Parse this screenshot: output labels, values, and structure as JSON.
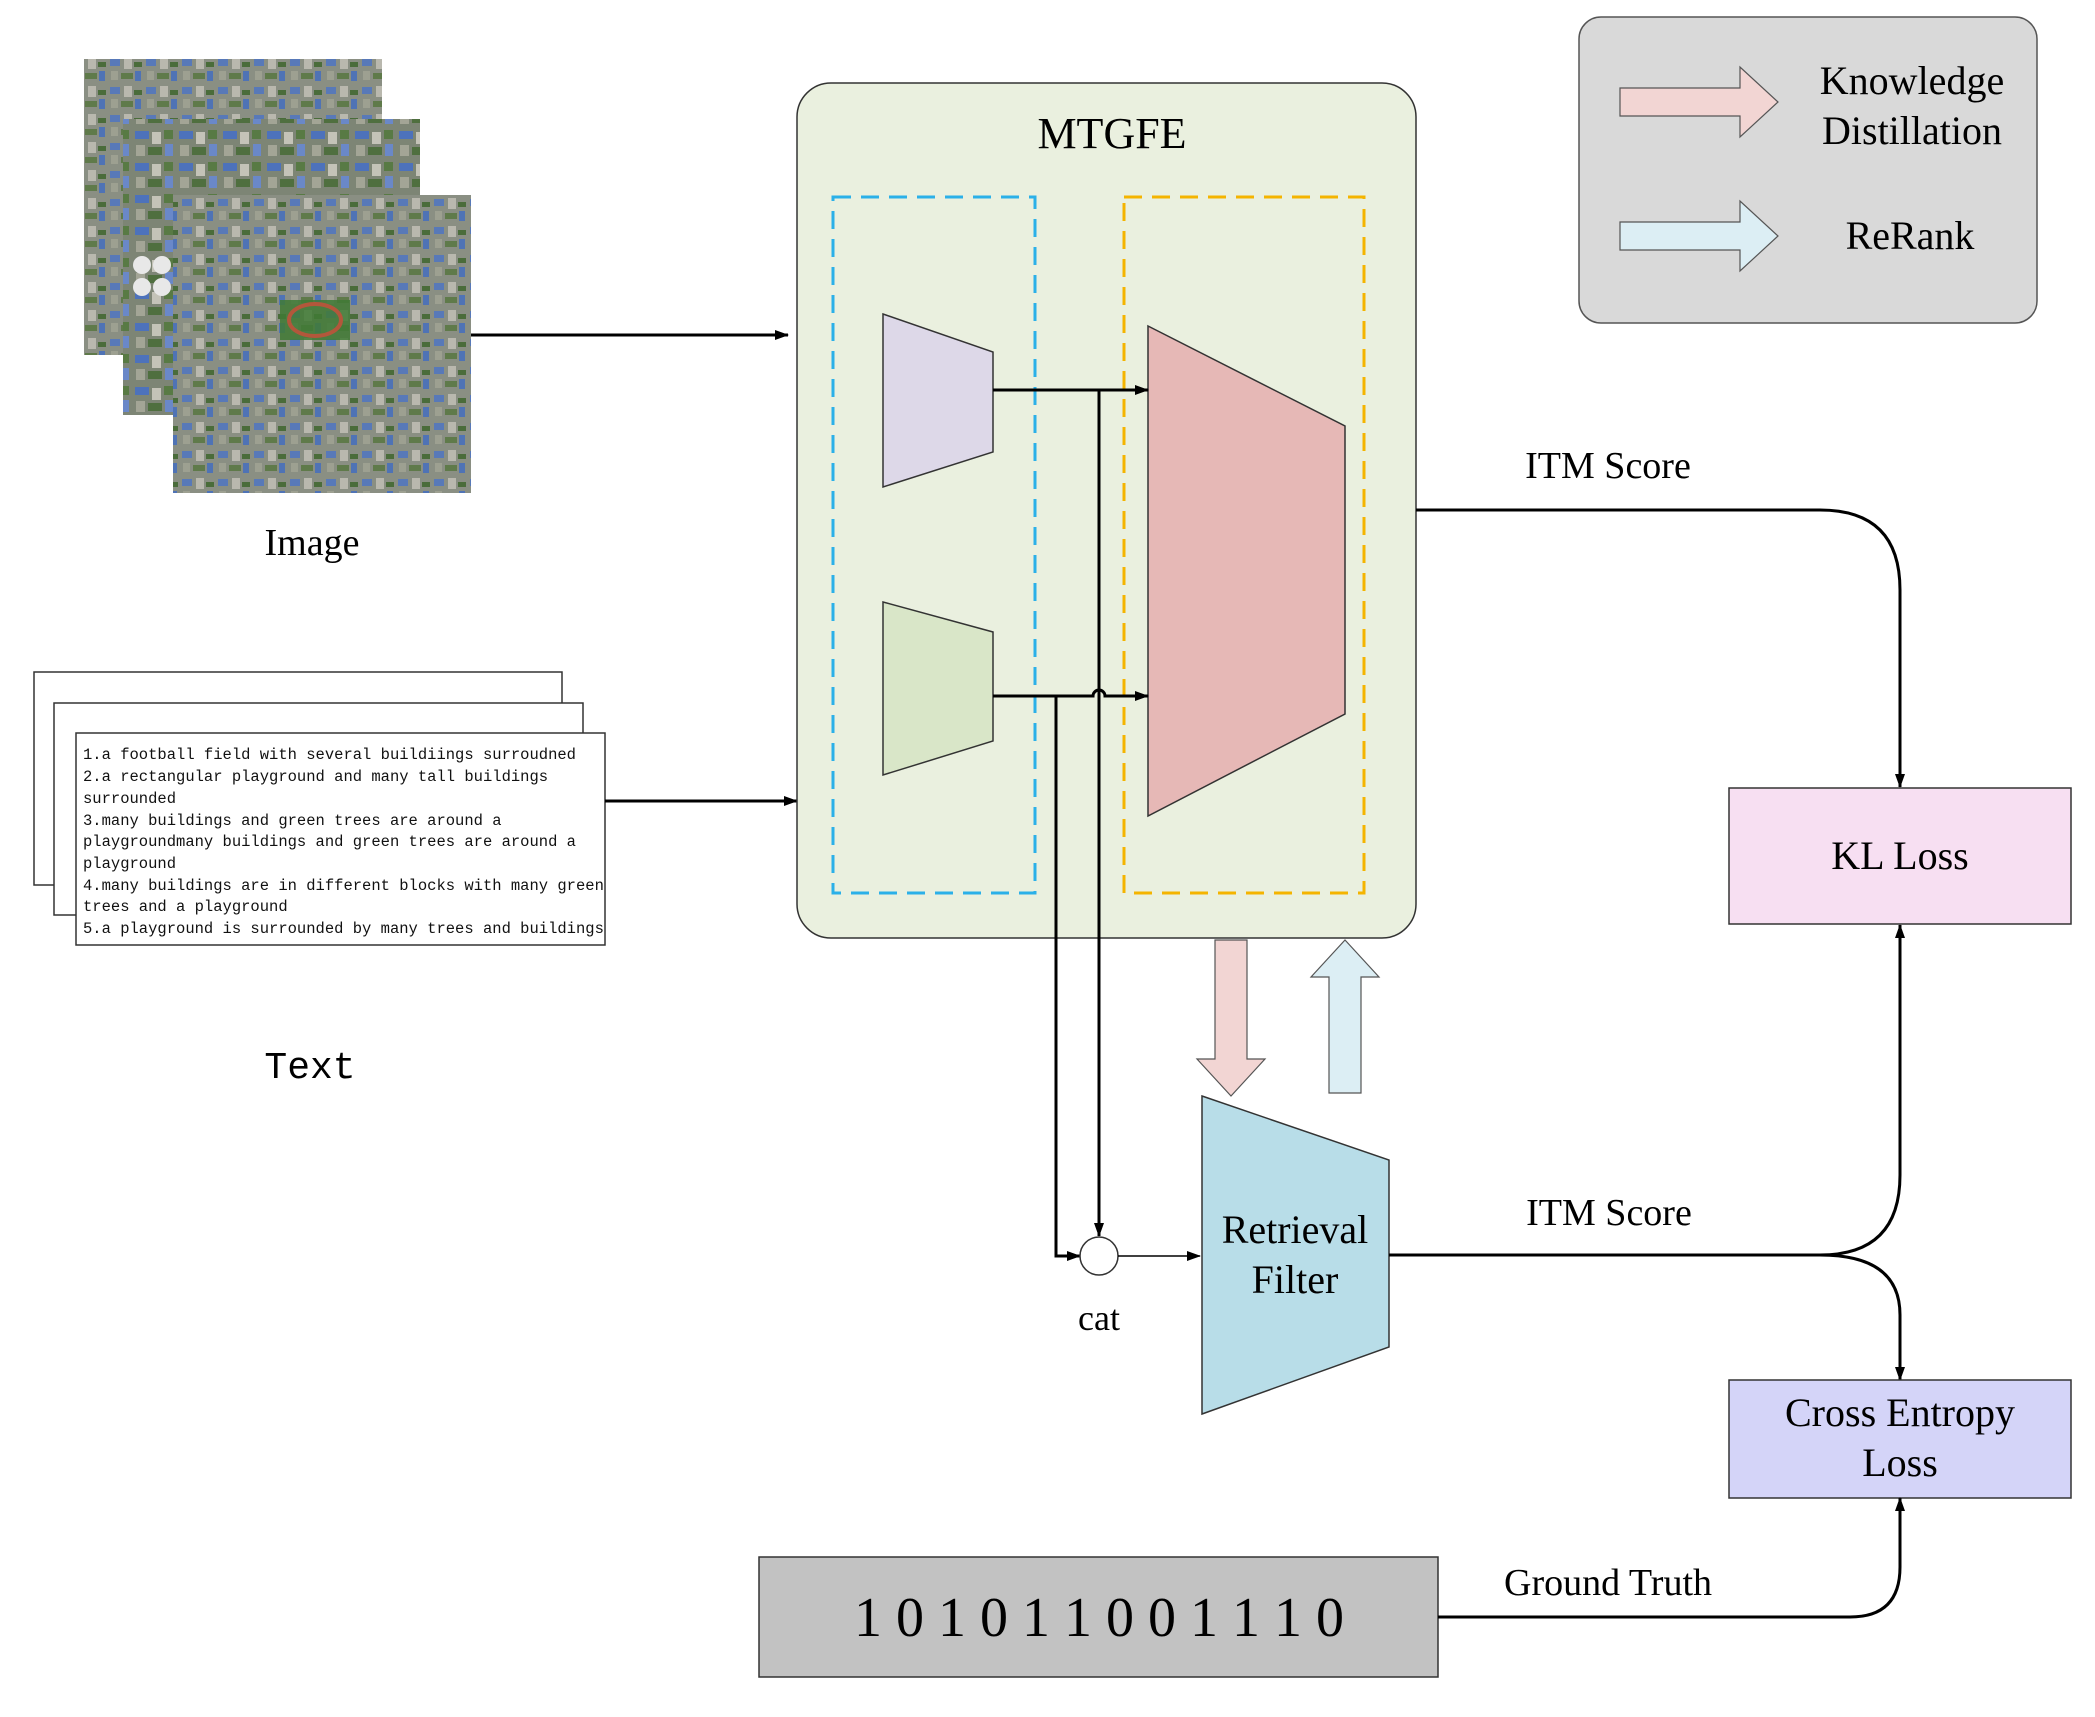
{
  "image_stack": {
    "label": "Image"
  },
  "text_stack": {
    "label": "Text",
    "lines": [
      "1.a football field with several buildiings surroudned",
      "2.a rectangular playground and many tall buildings",
      "surrounded",
      "3.many buildings and green trees are around a",
      "playgroundmany buildings and green trees are around a",
      "playground",
      "4.many buildings are in different blocks with many green",
      "trees and a playground",
      "5.a playground is surrounded by many trees and buildings"
    ]
  },
  "mtgfe": {
    "title": "MTGFE"
  },
  "legend": {
    "items": [
      {
        "label_lines": [
          "Knowledge",
          "Distillation"
        ],
        "color": "#f2d5d3"
      },
      {
        "label_lines": [
          "ReRank"
        ],
        "color": "#dceef4"
      }
    ]
  },
  "flows": {
    "itm_score_top": "ITM Score",
    "itm_score_bottom": "ITM Score",
    "ground_truth": "Ground Truth"
  },
  "cat": {
    "label": "cat"
  },
  "retrieval_filter": {
    "label_lines": [
      "Retrieval",
      "Filter"
    ]
  },
  "kl_loss": {
    "label": "KL Loss"
  },
  "cross_entropy": {
    "label_lines": [
      "Cross Entropy",
      "Loss"
    ]
  },
  "ground_truth_bits": {
    "text": "1 0 1 0 1 1 0 0 1 1 1 0"
  },
  "colors": {
    "mtgfe_fill": "#eaf0df",
    "image_encoder": "#ddd8e8",
    "text_encoder": "#d9e6c8",
    "fusion": "#e6b8b6",
    "retrieval_filter": "#b8dde8",
    "kl_loss": "#f7dff2",
    "cross_entropy": "#d4d4f8",
    "legend_bg": "#d9d9d9",
    "bits_bg": "#c2c2c2",
    "blue_dash": "#2bb0e8",
    "orange_dash": "#f4b400"
  }
}
